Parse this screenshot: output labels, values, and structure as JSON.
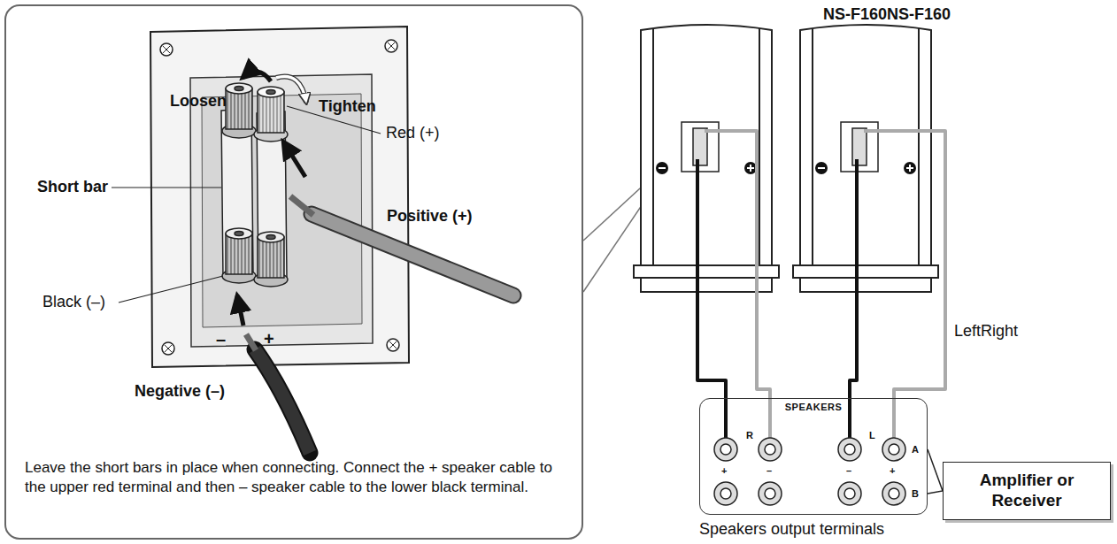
{
  "diagram": {
    "nodes": [
      {
        "text": [
          "SPEAKERS"
        ]
      },
      {
        "text": [
          "Amplifier or Receiver"
        ]
      }
    ],
    "edges": [
      {
        "from": 1,
        "to": 0,
        "arrow": "none"
      }
    ],
    "labels": [
      "Loosen",
      "Tighten",
      "Red (+)",
      "Short bar",
      "Positive (+)",
      "Black (–)",
      "–",
      "+",
      "Negative (–)",
      "Leave the short bars in place when connecting. Connect the + speaker cable to the upper red terminal and then – speaker cable to the lower black terminal.",
      "NS-F160NS-F160",
      "LeftRight",
      "R",
      "L",
      "A",
      "+",
      "–",
      "–",
      "+",
      "B",
      "Speakers output terminals"
    ]
  }
}
